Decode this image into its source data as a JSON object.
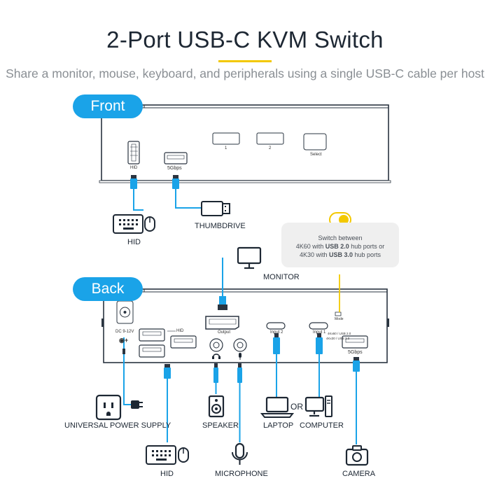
{
  "title": "2-Port USB-C KVM Switch",
  "subtitle": "Share a monitor, mouse, keyboard, and peripherals using a single USB-C cable per host",
  "colors": {
    "accent": "#1aa3e8",
    "highlight": "#f3c800",
    "ink": "#1d2733"
  },
  "front": {
    "pill": "Front",
    "ports": {
      "hid": "HID",
      "usb": "5Gbps",
      "button1": "1",
      "button2": "2",
      "select": "Select"
    },
    "devices": {
      "hid": "HID",
      "thumbdrive": "THUMBDRIVE"
    }
  },
  "callout": {
    "line1": "Switch between",
    "line2_prefix": "4K60 with ",
    "line2_bold": "USB 2.0",
    "line2_suffix": " hub ports or",
    "line3_prefix": "4K30 with ",
    "line3_bold": "USB 3.0",
    "line3_suffix": " hub ports"
  },
  "back": {
    "pill": "Back",
    "ports": {
      "dc": "DC 9-12V",
      "hid": "HID",
      "output": "Output",
      "input2": "Input 2",
      "input1": "Input 1",
      "mode": "Mode",
      "mode_usb2": "4Kx60 / USB 2.0",
      "mode_usb3": "4Kx30 / USB 3.0",
      "usb": "5Gbps"
    },
    "devices": {
      "monitor": "MONITOR",
      "power": "UNIVERSAL POWER SUPPLY",
      "speaker": "SPEAKER",
      "laptop": "LAPTOP",
      "or": "OR",
      "computer": "COMPUTER",
      "hid": "HID",
      "microphone": "MICROPHONE",
      "camera": "CAMERA"
    }
  },
  "icons": [
    "keyboard-icon",
    "mouse-icon",
    "thumbdrive-icon",
    "monitor-icon",
    "outlet-icon",
    "plug-icon",
    "speaker-icon",
    "laptop-icon",
    "computer-icon",
    "microphone-icon",
    "camera-icon",
    "headphone-icon",
    "mic-jack-icon",
    "toggle-switch-icon"
  ]
}
